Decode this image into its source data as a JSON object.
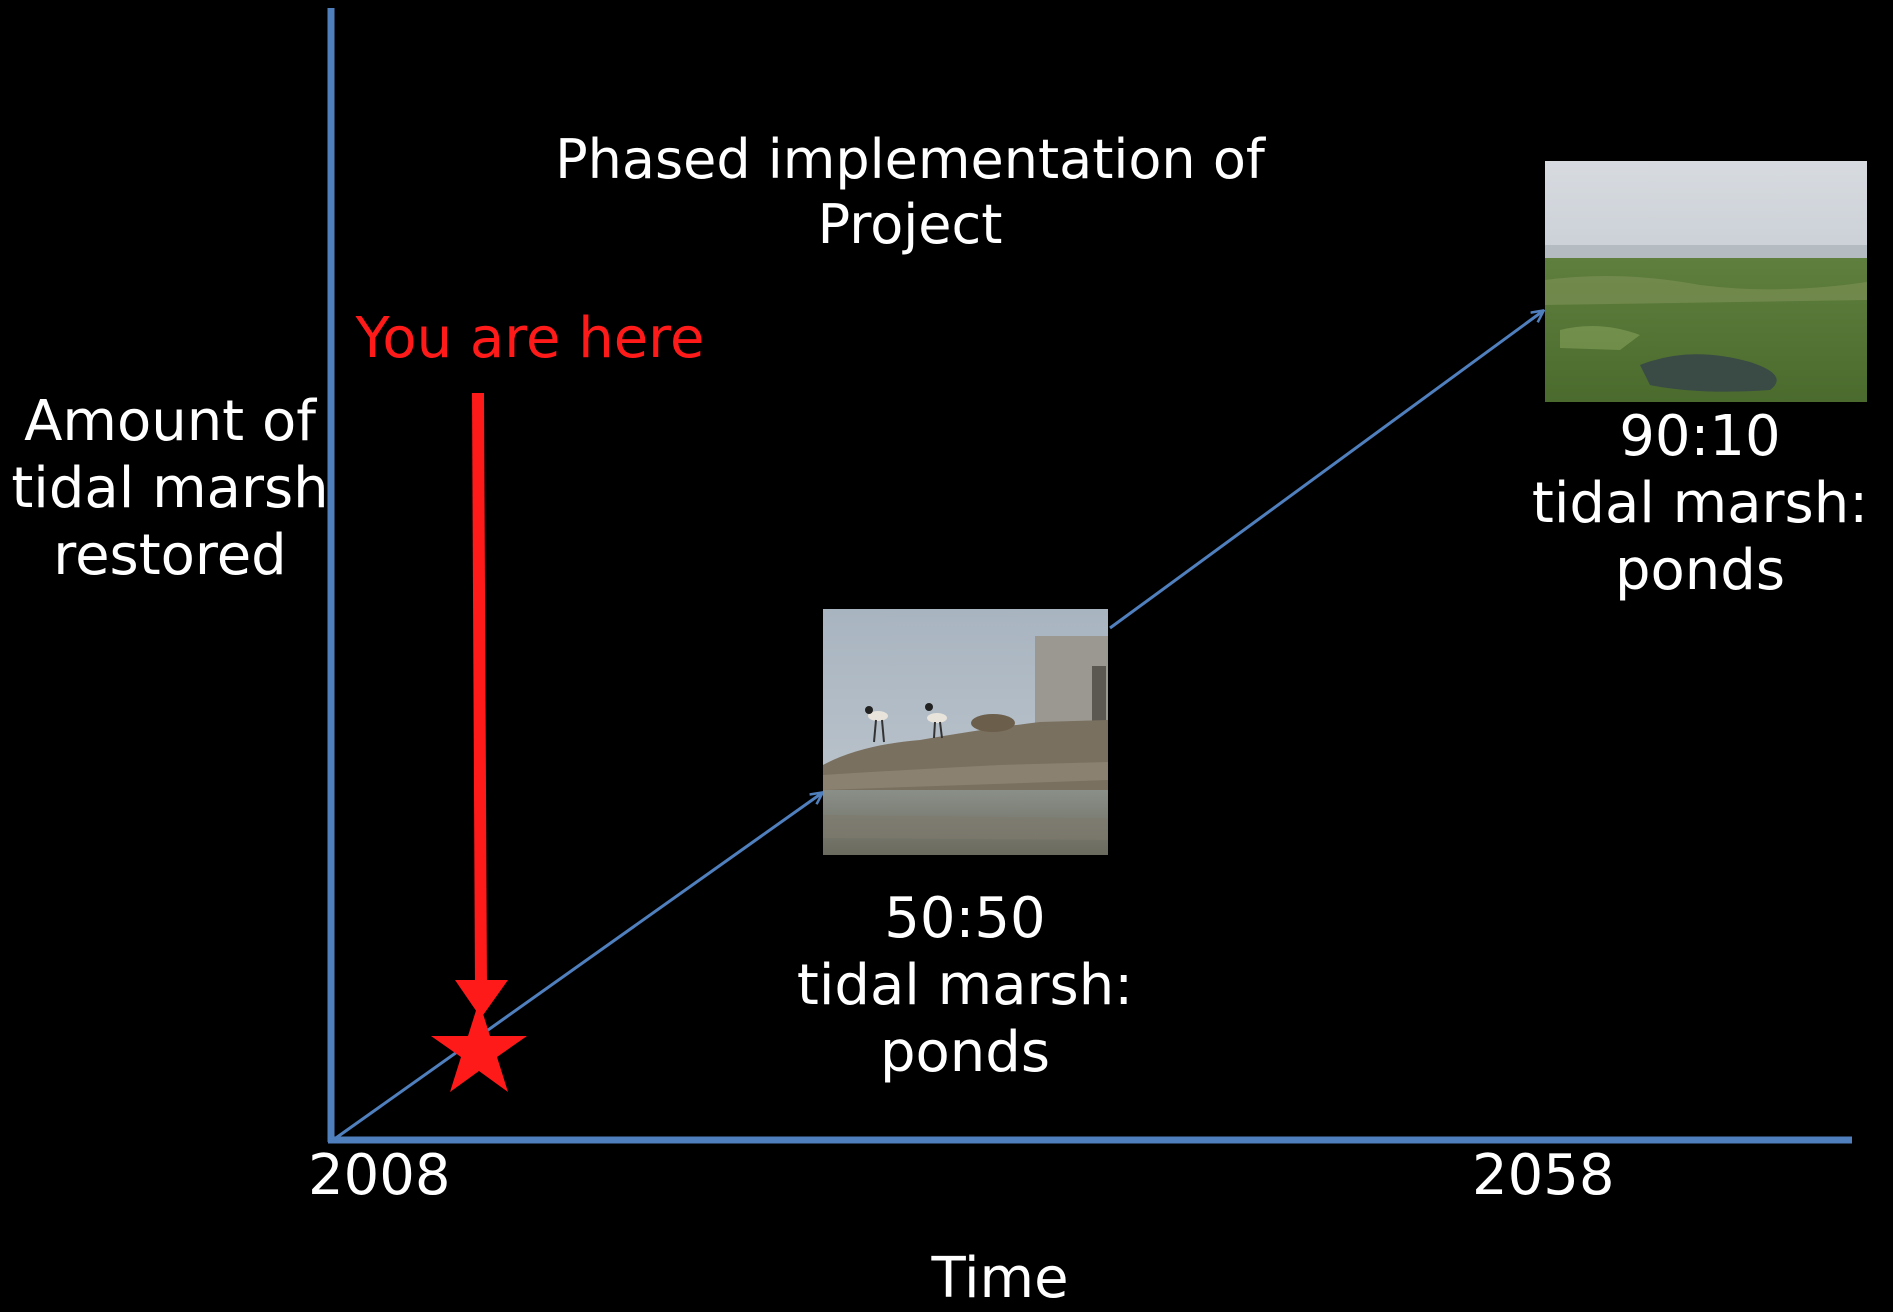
{
  "title_lines": [
    "Phased implementation of",
    "Project"
  ],
  "marker_label": "You are here",
  "y_axis_label": [
    "Amount of",
    "tidal marsh",
    "restored"
  ],
  "x_axis_label": "Time",
  "x_ticks": [
    "2008",
    "2058"
  ],
  "milestones": [
    {
      "ratio": "50:50",
      "label_lines": [
        "tidal marsh:",
        "ponds"
      ],
      "photo": "shorebirds on levee by water"
    },
    {
      "ratio": "90:10",
      "label_lines": [
        "tidal marsh:",
        "ponds"
      ],
      "photo": "restored green marsh landscape"
    }
  ],
  "colors": {
    "background": "#000000",
    "axis": "#4f7fbd",
    "marker": "#ff1a1a",
    "text": "#ffffff"
  },
  "icons": {
    "marker": "star-icon"
  }
}
